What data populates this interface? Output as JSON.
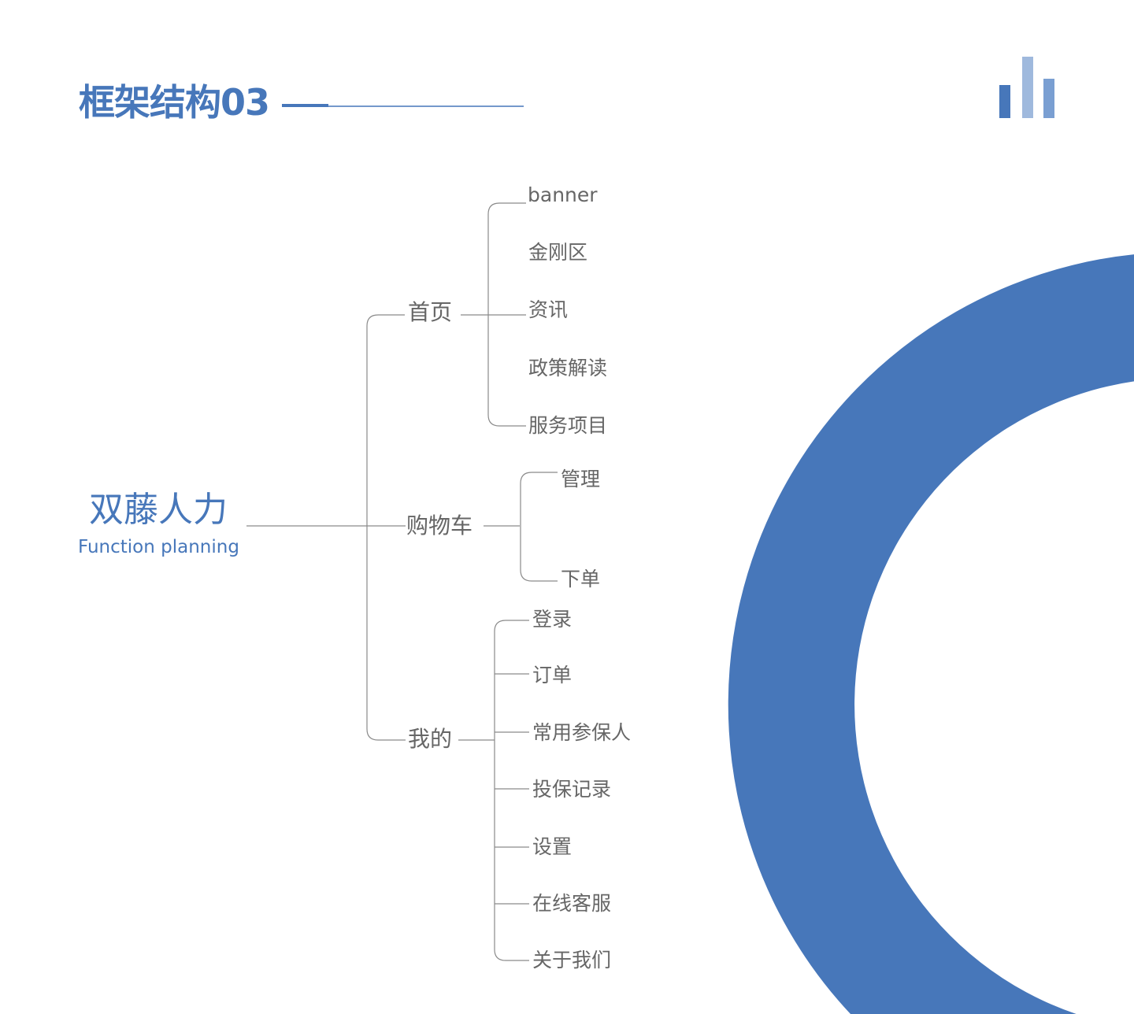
{
  "header": {
    "title": "框架结构03"
  },
  "colors": {
    "accent": "#4777ba",
    "light": "#9fb9dd",
    "mid": "#7a9fd2",
    "line": "#8a8a8a"
  },
  "root": {
    "title": "双藤人力",
    "subtitle": "Function planning"
  },
  "branches": [
    {
      "label": "首页",
      "children": [
        "banner",
        "金刚区",
        "资讯",
        "政策解读",
        "服务项目"
      ]
    },
    {
      "label": "购物车",
      "children": [
        "管理",
        "下单"
      ]
    },
    {
      "label": "我的",
      "children": [
        "登录",
        "订单",
        "常用参保人",
        "投保记录",
        "设置",
        "在线客服",
        "关于我们"
      ]
    }
  ]
}
